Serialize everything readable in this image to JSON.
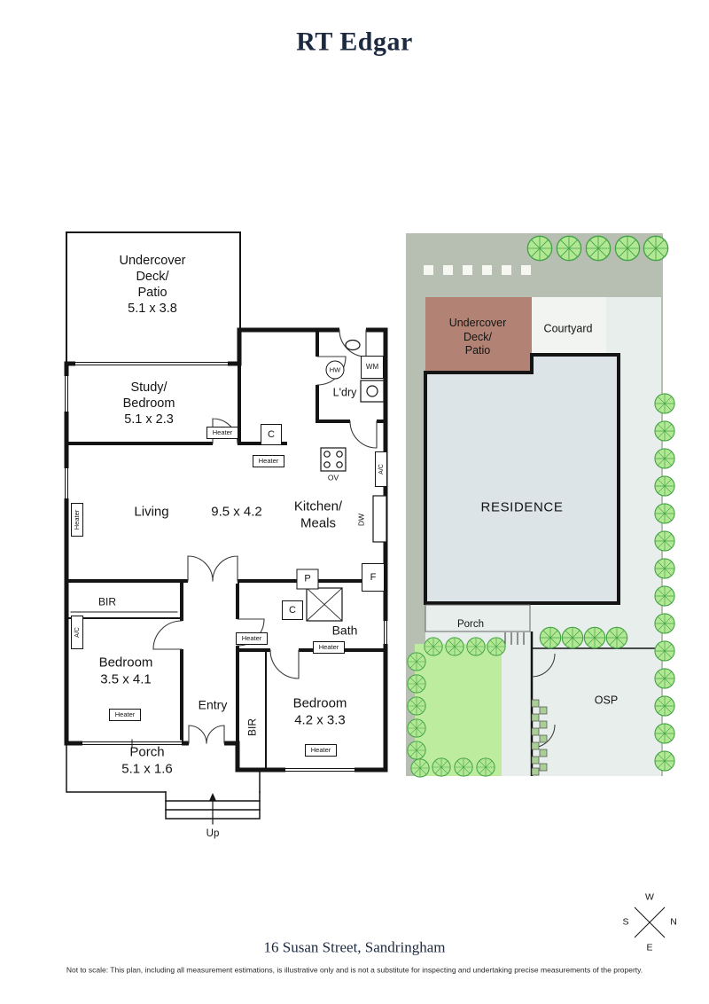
{
  "brand": {
    "name": "RT Edgar"
  },
  "floorplan": {
    "deck": "Undercover\nDeck/\nPatio\n5.1 x 3.8",
    "study": "Study/\nBedroom\n5.1 x 2.3",
    "laundry": "L'dry",
    "living": "Living",
    "living_kitchen_dims": "9.5 x 4.2",
    "kitchen": "Kitchen/\nMeals",
    "bir": "BIR",
    "bedroom1": "Bedroom\n3.5 x 4.1",
    "bath": "Bath",
    "entry": "Entry",
    "bedroom2": "Bedroom\n4.2 x 3.3",
    "porch": "Porch\n5.1 x 1.6",
    "up": "Up",
    "heater": "Heater",
    "ac": "A/C",
    "cupboard": "C",
    "hot_water": "HW",
    "washing_machine": "WM",
    "oven": "OV",
    "dishwasher": "DW",
    "fridge": "F",
    "pantry": "P"
  },
  "siteplan": {
    "deck": "Undercover\nDeck/\nPatio",
    "courtyard": "Courtyard",
    "residence": "RESIDENCE",
    "porch": "Porch",
    "osp": "OSP"
  },
  "compass": {
    "north": "N",
    "south": "S",
    "east": "E",
    "west": "W"
  },
  "footer": {
    "address": "16 Susan Street, Sandringham",
    "disclaimer": "Not to scale: This plan, including all measurement estimations, is illustrative only and is not a substitute for inspecting and undertaking precise measurements of the property."
  },
  "colors": {
    "brand_text": "#1c2940",
    "site_border_band": "#b6bfb1",
    "yard": "#e8eeec",
    "site_deck": "#b28374",
    "residence_fill": "#dce4e7",
    "lawn": "#bdec9e",
    "tree": "#46a348",
    "walls": "#141414"
  }
}
